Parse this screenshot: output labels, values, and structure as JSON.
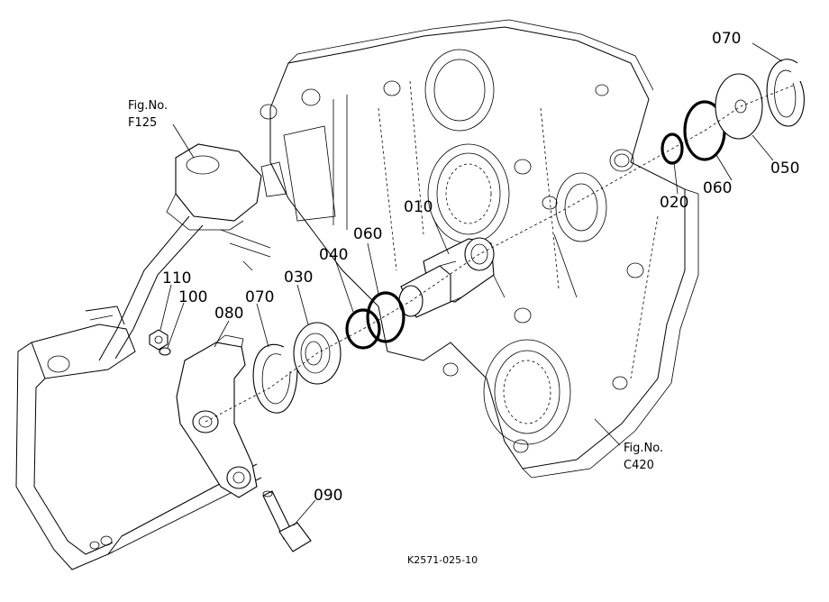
{
  "figure_code": "K2571-025-10",
  "references": [
    {
      "id": "f125",
      "line1": "Fig.No.",
      "line2": "F125"
    },
    {
      "id": "c420",
      "line1": "Fig.No.",
      "line2": "C420"
    }
  ],
  "callouts": [
    {
      "id": "070-top",
      "label": "070"
    },
    {
      "id": "050",
      "label": "050"
    },
    {
      "id": "060-right",
      "label": "060"
    },
    {
      "id": "020",
      "label": "020"
    },
    {
      "id": "010",
      "label": "010"
    },
    {
      "id": "060-left",
      "label": "060"
    },
    {
      "id": "040",
      "label": "040"
    },
    {
      "id": "030",
      "label": "030"
    },
    {
      "id": "070-left",
      "label": "070"
    },
    {
      "id": "080",
      "label": "080"
    },
    {
      "id": "110",
      "label": "110"
    },
    {
      "id": "100",
      "label": "100"
    },
    {
      "id": "090",
      "label": "090"
    }
  ]
}
